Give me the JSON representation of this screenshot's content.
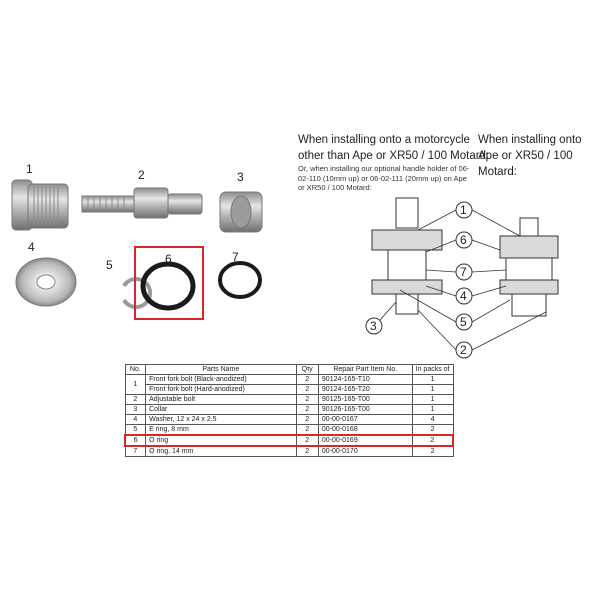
{
  "parts_photo": {
    "labels": [
      "1",
      "2",
      "3",
      "4",
      "5",
      "6",
      "7"
    ]
  },
  "installation": {
    "heading_left_line1": "When installing onto a motorcycle",
    "heading_left_line2": "other than Ape or XR50 / 100 Motard:",
    "note": "Or, when installing our optional handle holder of 06-02-110 (10mm up) or 06-02-111 (20mm up) on Ape or XR50 / 100 Motard:",
    "heading_right_line1": "When installing onto",
    "heading_right_line2": "Ape or XR50 / 100 Motard:",
    "callouts": [
      "1",
      "6",
      "7",
      "4",
      "5",
      "2",
      "3"
    ]
  },
  "parts_table": {
    "headers": [
      "No.",
      "Parts Name",
      "Qty",
      "Repair Part Item No.",
      "In packs of"
    ],
    "rows": [
      {
        "no": "1",
        "name": "Front fork bolt (Black-anodized)",
        "qty": "2",
        "item": "90124-165-T10",
        "pack": "1"
      },
      {
        "no": "",
        "name": "Front fork bolt (Hard-anodized)",
        "qty": "2",
        "item": "90124-165-T20",
        "pack": "1"
      },
      {
        "no": "2",
        "name": "Adjustable bolt",
        "qty": "2",
        "item": "90125-165-T00",
        "pack": "1"
      },
      {
        "no": "3",
        "name": "Collar",
        "qty": "2",
        "item": "90126-165-T00",
        "pack": "1"
      },
      {
        "no": "4",
        "name": "Washer, 12 x 24 x 2.5",
        "qty": "2",
        "item": "00-00-0167",
        "pack": "4"
      },
      {
        "no": "5",
        "name": "E ring, 8 mm",
        "qty": "2",
        "item": "00-00-0168",
        "pack": "2"
      },
      {
        "no": "6",
        "name": "O ring",
        "qty": "2",
        "item": "00-00-0169",
        "pack": "2"
      },
      {
        "no": "7",
        "name": "O ring, 14 mm",
        "qty": "2",
        "item": "00-00-0170",
        "pack": "2"
      }
    ]
  },
  "colors": {
    "highlight": "#d9262c",
    "metal": "#a9a9a9",
    "rubber": "#1a1a1a"
  }
}
